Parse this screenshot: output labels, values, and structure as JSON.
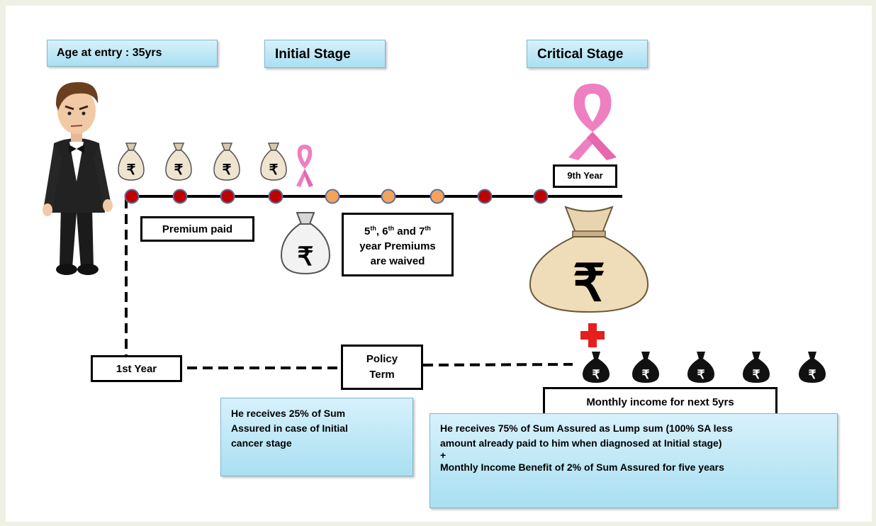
{
  "header": {
    "age_label": "Age at entry : 35yrs",
    "initial_stage": "Initial Stage",
    "critical_stage": "Critical Stage"
  },
  "timeline": {
    "ninth_year": "9th Year",
    "premium_paid": "Premium paid",
    "waived_line1_a": "5",
    "waived_line1_sup1": "th",
    "waived_line1_b": ", 6",
    "waived_line1_sup2": "th",
    "waived_line1_c": " and 7",
    "waived_line1_sup3": "th",
    "waived_line2": "year Premiums",
    "waived_line3": "are  waived",
    "first_year": "1st Year",
    "policy_term_line1": "Policy",
    "policy_term_line2": "Term",
    "monthly_income": "Monthly income for next 5yrs",
    "rupee_symbol": "₹",
    "plus_symbol": "+"
  },
  "notes": {
    "initial_line1": "He receives 25% of Sum",
    "initial_line2": "Assured in case of Initial",
    "initial_line3": "cancer stage",
    "critical_line1": "He receives 75% of Sum Assured as Lump sum (100% SA less",
    "critical_line2": "amount already paid  to him  when diagnosed  at Initial  stage)",
    "critical_line3": "+",
    "critical_line4": "Monthly Income Benefit of 2% of Sum Assured for five years"
  },
  "colors": {
    "paid_dot": "#c00000",
    "waived_dot": "#f5a25a",
    "ribbon": "#ee7fc0",
    "cross": "#e61e1e",
    "box_fill": "#bfe9f7"
  },
  "icons": [
    "man-icon",
    "money-bag-icon",
    "pink-ribbon-icon",
    "red-cross-icon",
    "black-money-bag-icon"
  ]
}
